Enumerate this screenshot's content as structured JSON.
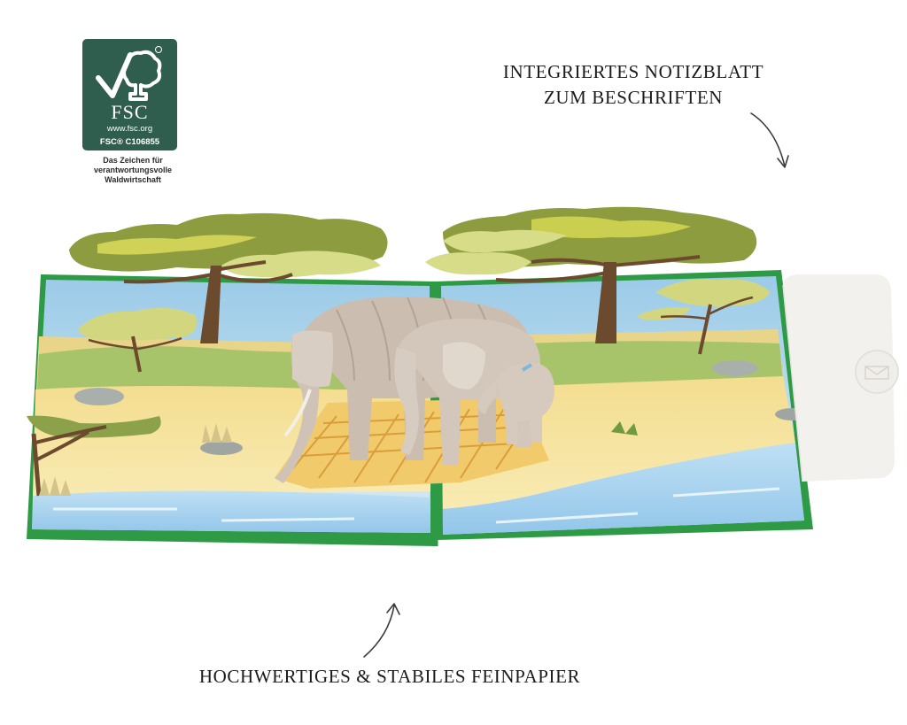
{
  "fsc_label": {
    "wordmark": "FSC",
    "url": "www.fsc.org",
    "license_code": "FSC® C106855",
    "caption_lines": [
      "Das Zeichen für",
      "verantwortungsvolle",
      "Waldwirtschaft"
    ],
    "background_color": "#2f5d4e"
  },
  "callouts": {
    "top": {
      "line1": "INTEGRIERTES NOTIZBLATT",
      "line2": "ZUM BESCHRIFTEN"
    },
    "bottom": {
      "text": "HOCHWERTIGES & STABILES FEINPAPIER"
    }
  },
  "product_image": {
    "subject": "open pop-up greeting card with elephant family at a savanna waterhole",
    "elements": [
      "acacia trees",
      "three adult elephants",
      "baby elephant",
      "water",
      "sand",
      "grass tufts",
      "rocks",
      "integrated note sheet"
    ],
    "colors": {
      "cover_green": "#2e9a45",
      "sky": "#b9d9ee",
      "sand": "#f5e4a0",
      "water": "#a9d3ef",
      "foliage_dark": "#8b9a3e",
      "foliage_light": "#d8df8c",
      "trunk": "#6b4a2e",
      "elephant": "#cfc2b6",
      "note_sheet": "#f2f1ee"
    }
  }
}
